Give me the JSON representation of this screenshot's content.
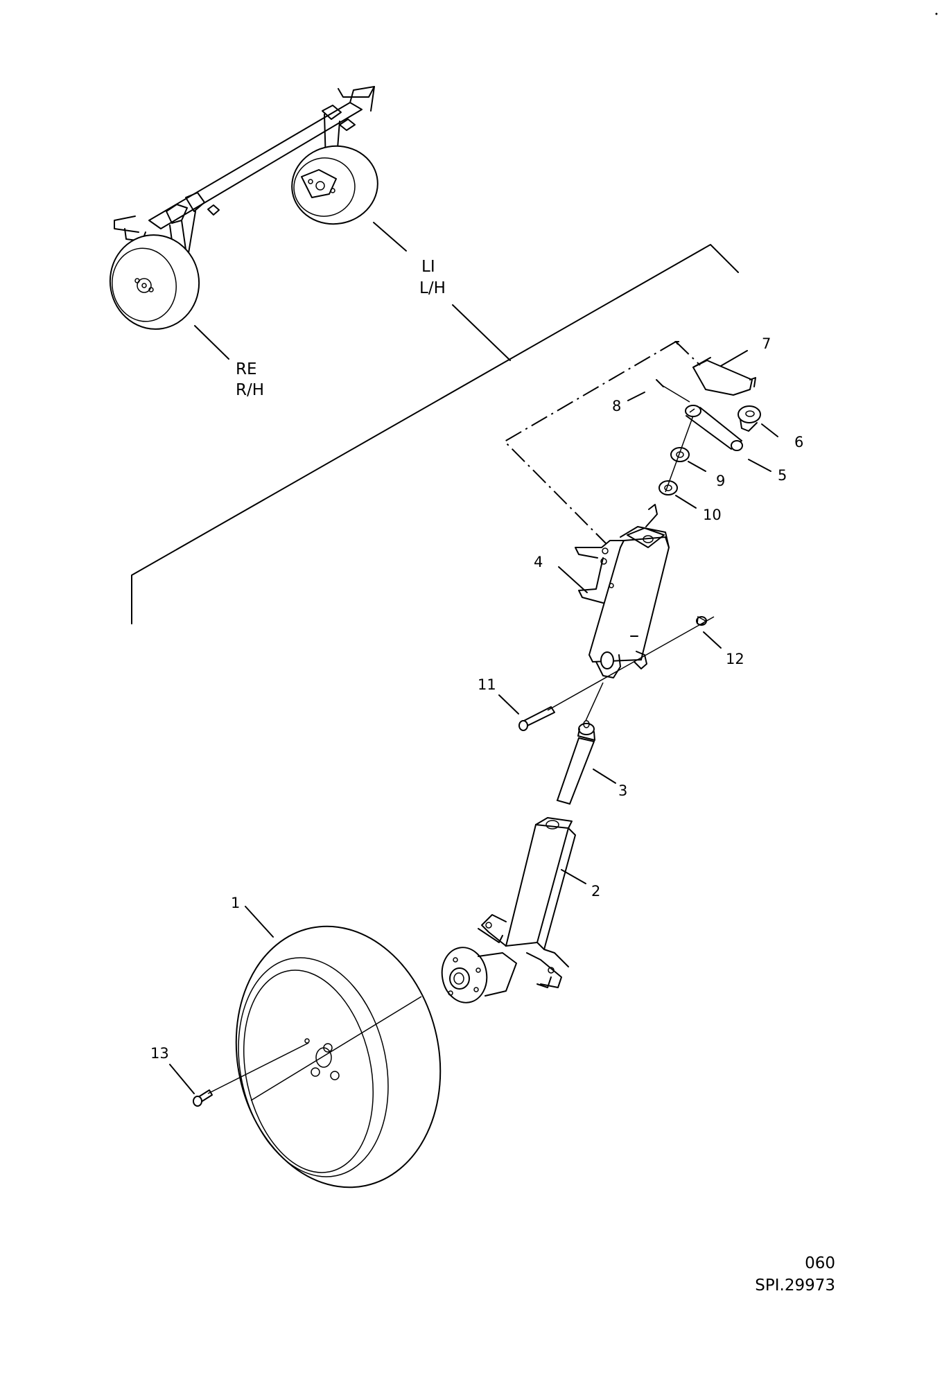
{
  "labels": {
    "p1": "1",
    "p2": "2",
    "p3": "3",
    "p4": "4",
    "p5": "5",
    "p6": "6",
    "p7": "7",
    "p8": "8",
    "p9": "9",
    "p10": "10",
    "p11": "11",
    "p12": "12",
    "p13": "13"
  },
  "sides": {
    "left_de": "LI",
    "left_en": "L/H",
    "right_de": "RE",
    "right_en": "R/H"
  },
  "footer": {
    "page": "060",
    "drawing_no": "SPI.29973"
  }
}
